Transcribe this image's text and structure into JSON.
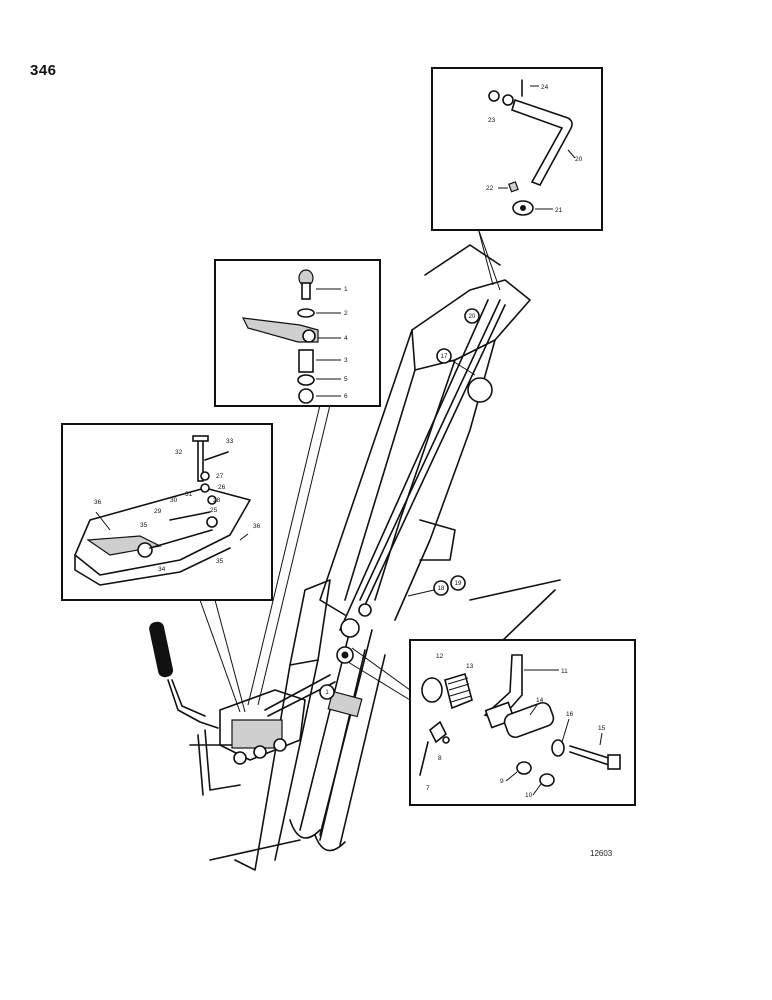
{
  "page_number": "346",
  "figure_ref": "12603",
  "main_callouts": [
    "1",
    "17",
    "18",
    "19",
    "20"
  ],
  "inset_top_right": {
    "labels": [
      "24",
      "23",
      "20",
      "22",
      "21"
    ]
  },
  "inset_handle": {
    "labels": [
      "1",
      "2",
      "4",
      "3",
      "5",
      "6"
    ]
  },
  "inset_valve": {
    "labels": [
      "32",
      "33",
      "27",
      "26",
      "28",
      "30",
      "31",
      "29",
      "25",
      "36",
      "35",
      "34",
      "35",
      "36"
    ]
  },
  "inset_linkage": {
    "labels": [
      "12",
      "13",
      "11",
      "14",
      "16",
      "15",
      "8",
      "7",
      "9",
      "10"
    ]
  }
}
